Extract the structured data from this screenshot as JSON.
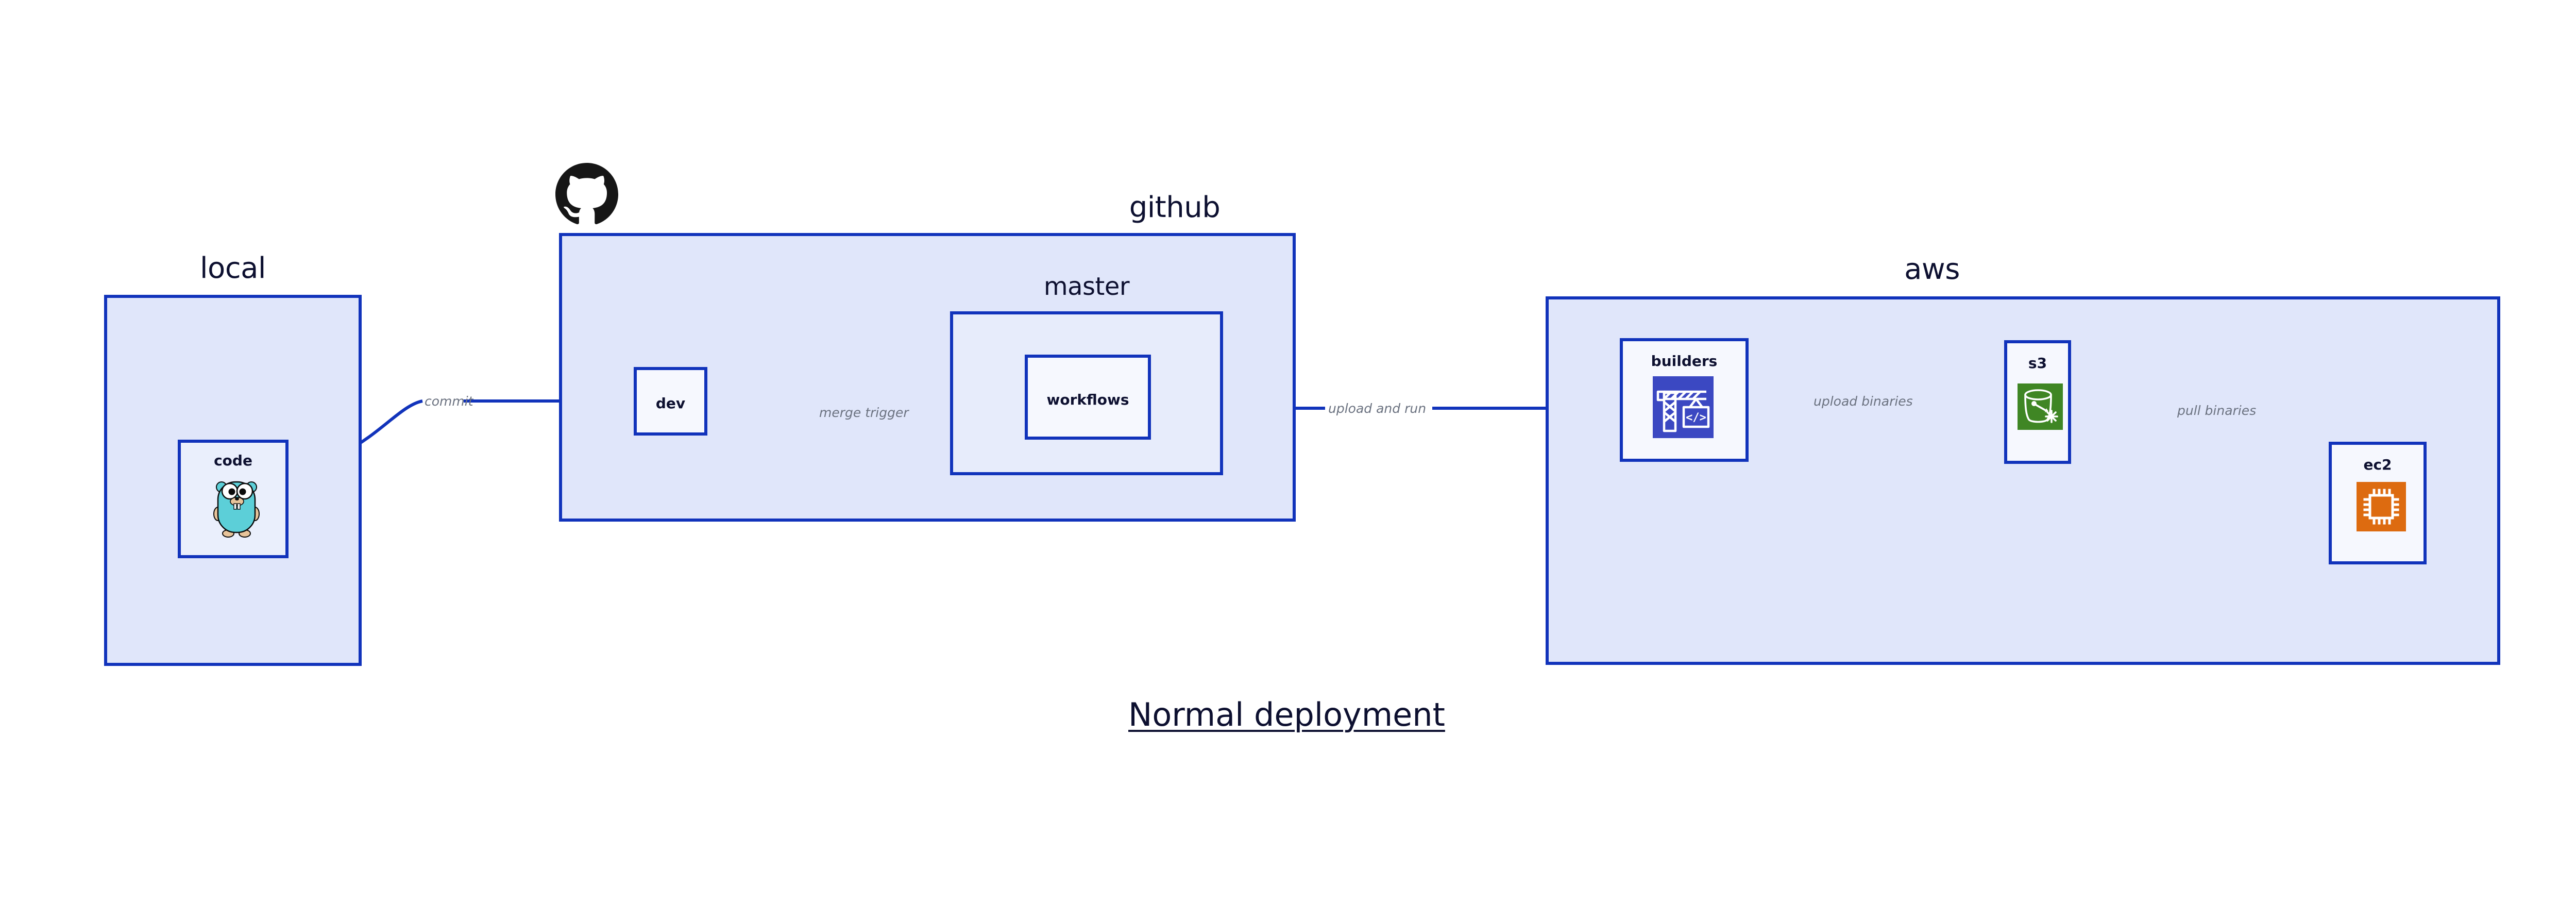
{
  "diagram": {
    "title": "Normal deployment",
    "background_color": "#ffffff",
    "accent_color": "#1133bb",
    "group_fill_color": "#e0e6fa",
    "node_fill_color": "#eaeffc",
    "label_color": "#0d1030",
    "edge_label_color": "#6b7280"
  },
  "groups": [
    {
      "id": "local",
      "label": "local",
      "nodes": [
        {
          "id": "code",
          "label": "code",
          "icon": "go-gopher-icon"
        }
      ]
    },
    {
      "id": "github",
      "label": "github",
      "icon": "github-octocat-icon",
      "nodes": [
        {
          "id": "dev",
          "label": "dev",
          "icon": "none"
        }
      ],
      "subgroups": [
        {
          "id": "master",
          "label": "master",
          "nodes": [
            {
              "id": "workflows",
              "label": "workflows",
              "icon": "none"
            }
          ]
        }
      ]
    },
    {
      "id": "aws",
      "label": "aws",
      "nodes": [
        {
          "id": "builders",
          "label": "builders",
          "icon": "aws-codebuild-crane-icon",
          "icon_color": "#3b48c2"
        },
        {
          "id": "s3",
          "label": "s3",
          "icon": "aws-s3-glacier-bucket-icon",
          "icon_color": "#3f8624"
        },
        {
          "id": "ec2",
          "label": "ec2",
          "icon": "aws-ec2-chip-icon",
          "icon_color": "#dd6b10"
        }
      ]
    }
  ],
  "edges": [
    {
      "id": "commit",
      "label": "commit",
      "from": "code",
      "to": "dev"
    },
    {
      "id": "merge-trigger",
      "label": "merge trigger",
      "from": "dev",
      "to": "workflows"
    },
    {
      "id": "upload-and-run",
      "label": "upload and run",
      "from": "workflows",
      "to": "builders"
    },
    {
      "id": "upload-binaries",
      "label": "upload binaries",
      "from": "builders",
      "to": "s3"
    },
    {
      "id": "pull-binaries",
      "label": "pull binaries",
      "from": "s3",
      "to": "ec2"
    }
  ]
}
